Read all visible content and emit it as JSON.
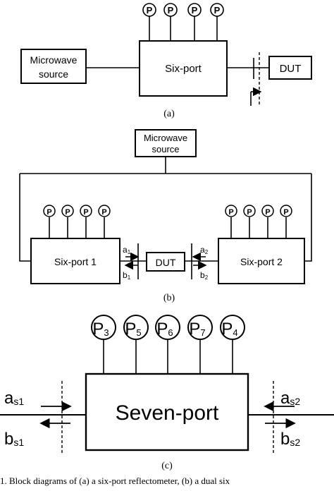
{
  "figure_a": {
    "source_label_line1": "Microwave",
    "source_label_line2": "source",
    "block_label": "Six-port",
    "dut_label": "DUT",
    "detector_label": "P",
    "caption": "(a)"
  },
  "figure_b": {
    "source_label_line1": "Microwave",
    "source_label_line2": "source",
    "block1_label": "Six-port 1",
    "block2_label": "Six-port 2",
    "dut_label": "DUT",
    "detector_label": "P",
    "wave_a1": "a",
    "wave_a1_sub": "1",
    "wave_b1": "b",
    "wave_b1_sub": "1",
    "wave_a2": "a",
    "wave_a2_sub": "2",
    "wave_b2": "b",
    "wave_b2_sub": "2",
    "caption": "(b)"
  },
  "figure_c": {
    "block_label": "Seven-port",
    "detectors": [
      {
        "letter": "P",
        "sub": "3"
      },
      {
        "letter": "P",
        "sub": "5"
      },
      {
        "letter": "P",
        "sub": "6"
      },
      {
        "letter": "P",
        "sub": "7"
      },
      {
        "letter": "P",
        "sub": "4"
      }
    ],
    "wave_as1": "a",
    "wave_as1_sub": "s1",
    "wave_bs1": "b",
    "wave_bs1_sub": "s1",
    "wave_as2": "a",
    "wave_as2_sub": "s2",
    "wave_bs2": "b",
    "wave_bs2_sub": "s2",
    "caption": "(c)"
  },
  "bottom_caption": "1.     Block diagrams of (a) a six-port reflectometer, (b) a dual six"
}
